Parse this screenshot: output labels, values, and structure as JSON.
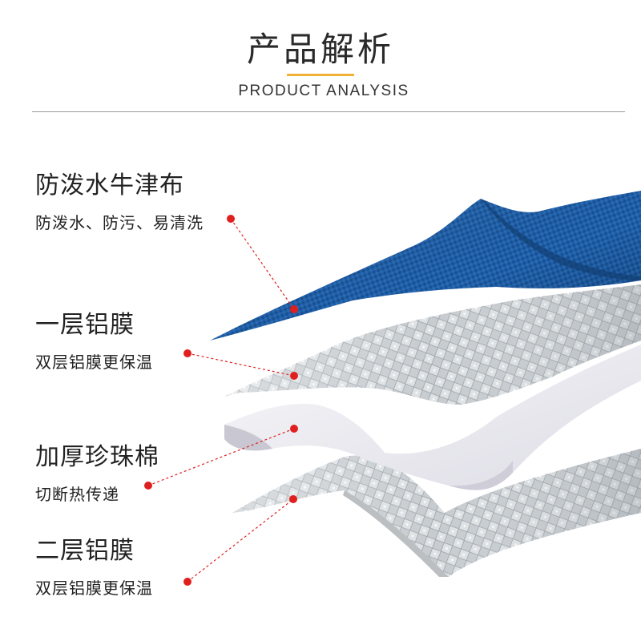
{
  "header": {
    "title": "产品解析",
    "subtitle": "PRODUCT ANALYSIS"
  },
  "layers": [
    {
      "name": "防泼水牛津布",
      "desc": "防泼水、防污、易清洗"
    },
    {
      "name": "一层铝膜",
      "desc": "双层铝膜更保温"
    },
    {
      "name": "加厚珍珠棉",
      "desc": "切断热传递"
    },
    {
      "name": "二层铝膜",
      "desc": "双层铝膜更保温"
    }
  ],
  "colors": {
    "accent": "#f2b035",
    "marker": "#e0201f",
    "fabric": "#1f5fa8",
    "foil": "#c9ced2",
    "foam": "#e9e8ee"
  }
}
